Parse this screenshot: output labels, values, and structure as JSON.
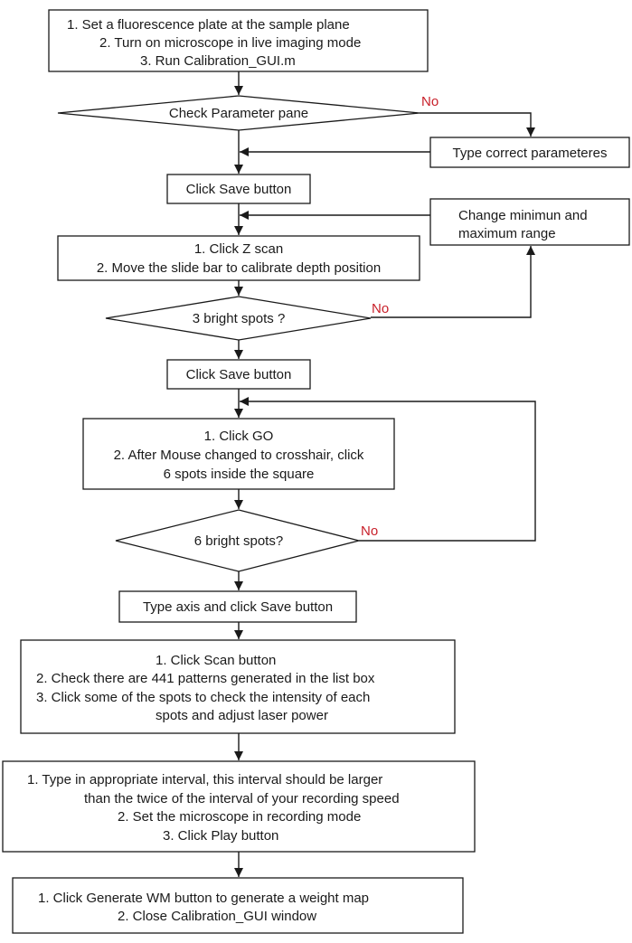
{
  "colors": {
    "line": "#1a1a1a",
    "no_label": "#c8202a",
    "background": "#ffffff"
  },
  "flowchart": {
    "step1": {
      "line1": "1.      Set a fluorescence plate at the sample plane",
      "line2": "2.      Turn on microscope in live imaging mode",
      "line3": "3.      Run Calibration_GUI.m"
    },
    "decision_params": {
      "label": "Check Parameter pane",
      "no": "No"
    },
    "fix_params": {
      "label": "Type correct parameteres"
    },
    "save1": {
      "label": "Click Save button"
    },
    "change_range": {
      "line1": "Change minimun and",
      "line2": "maximum range"
    },
    "zscan": {
      "line1": "1. Click Z scan",
      "line2": "2. Move the slide bar to calibrate depth position"
    },
    "decision_3spots": {
      "label": "3 bright spots ?",
      "no": "No"
    },
    "save2": {
      "label": "Click Save button"
    },
    "go": {
      "line1": "1. Click GO",
      "line2": "2. After Mouse changed to crosshair, click",
      "line3": "6 spots inside the square"
    },
    "decision_6spots": {
      "label": "6 bright spots?",
      "no": "No"
    },
    "type_axis": {
      "label": "Type axis and click Save button"
    },
    "scan": {
      "line1": "1.       Click Scan button",
      "line2": "2.      Check there are 441 patterns generated in the list box",
      "line3": "3.      Click some of the spots to check the intensity of each",
      "line4": "spots and adjust laser power"
    },
    "interval": {
      "line1": "1.       Type in appropriate interval, this interval should be larger",
      "line2": "than the twice of the interval of your recording speed",
      "line3": "2.      Set the microscope in recording mode",
      "line4": "3.       Click Play button"
    },
    "generate": {
      "line1": "1.      Click Generate WM button to generate a weight map",
      "line2": "2.      Close Calibration_GUI window"
    }
  }
}
